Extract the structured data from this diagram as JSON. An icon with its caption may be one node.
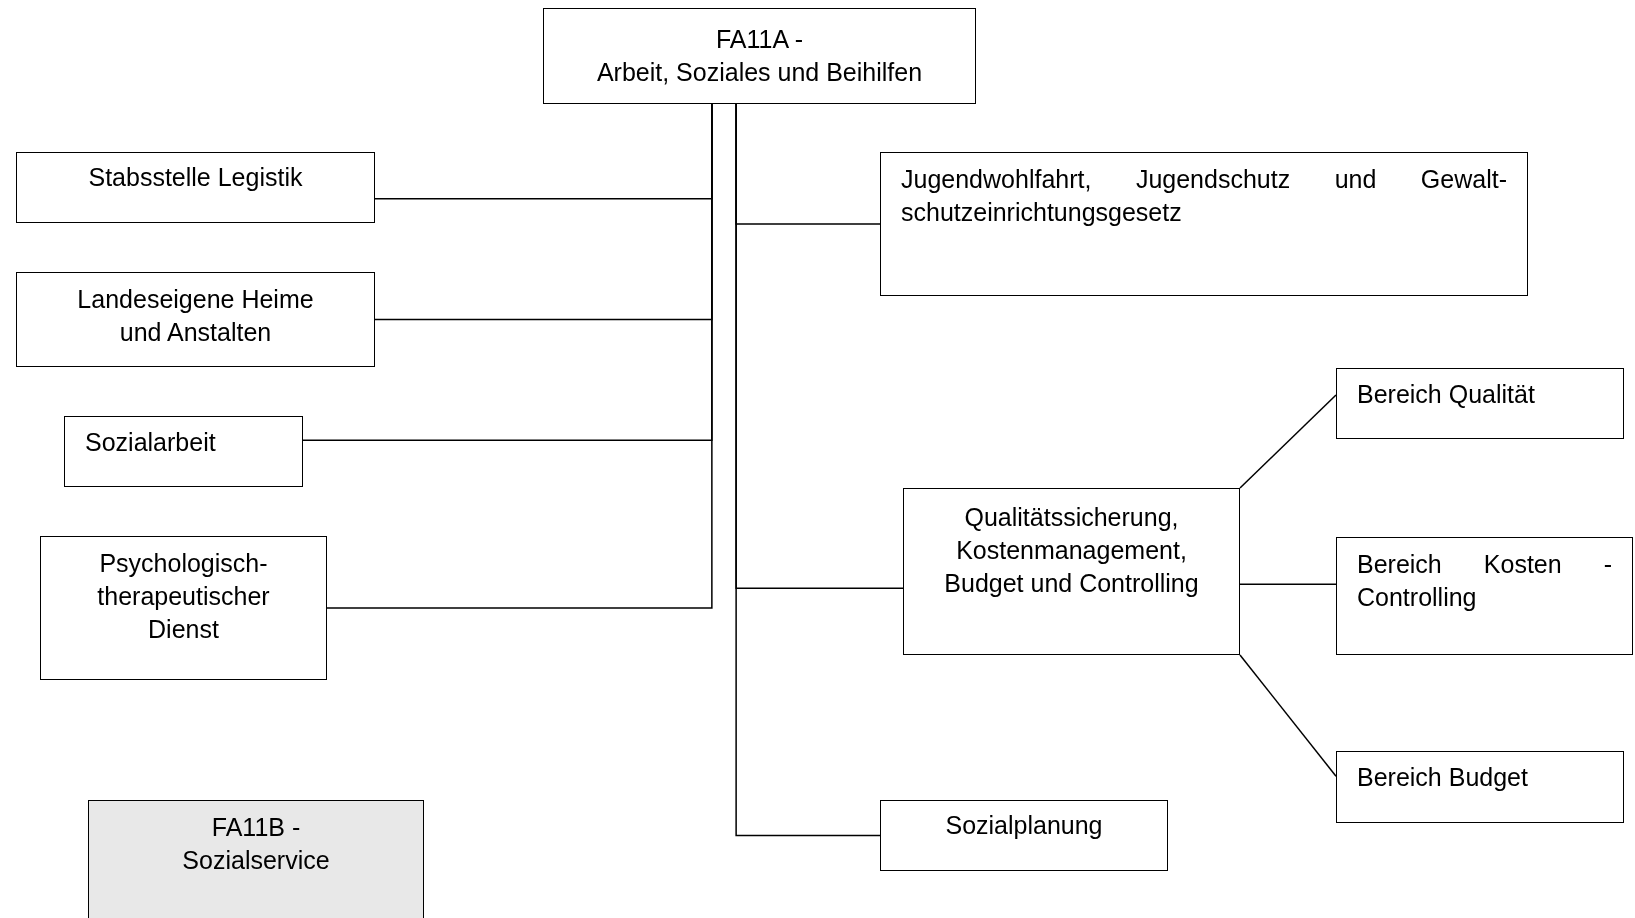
{
  "diagram": {
    "nodes": [
      {
        "text": [
          "FA11A -",
          "Arbeit, Soziales und Beihilfen"
        ]
      },
      {
        "text": [
          "Stabsstelle Legistik"
        ]
      },
      {
        "text": [
          "Landeseigene Heime und Anstalten"
        ]
      },
      {
        "text": [
          "Sozialarbeit"
        ]
      },
      {
        "text": [
          "Psychologisch-therapeutischer Dienst"
        ]
      },
      {
        "text": [
          "Jugendwohlfahrt, Jugendschutz und Gewalt-schutzeinrichtungsgesetz"
        ]
      },
      {
        "text": [
          "Qualitätssicherung, Kostenmanagement, Budget und Controlling"
        ]
      },
      {
        "text": [
          "Bereich Qualität"
        ]
      },
      {
        "text": [
          "Bereich Kosten - Controlling"
        ]
      },
      {
        "text": [
          "Bereich Budget"
        ]
      },
      {
        "text": [
          "Sozialplanung"
        ]
      },
      {
        "text": [
          "FA11B -",
          "Sozialservice"
        ]
      }
    ],
    "edges": [
      {
        "from": 0,
        "to": 1,
        "arrow": "none"
      },
      {
        "from": 0,
        "to": 2,
        "arrow": "none"
      },
      {
        "from": 0,
        "to": 3,
        "arrow": "none"
      },
      {
        "from": 0,
        "to": 4,
        "arrow": "none"
      },
      {
        "from": 0,
        "to": 5,
        "arrow": "none"
      },
      {
        "from": 0,
        "to": 6,
        "arrow": "none"
      },
      {
        "from": 0,
        "to": 10,
        "arrow": "none"
      },
      {
        "from": 6,
        "to": 7,
        "arrow": "none"
      },
      {
        "from": 6,
        "to": 8,
        "arrow": "none"
      },
      {
        "from": 6,
        "to": 9,
        "arrow": "none"
      }
    ]
  }
}
